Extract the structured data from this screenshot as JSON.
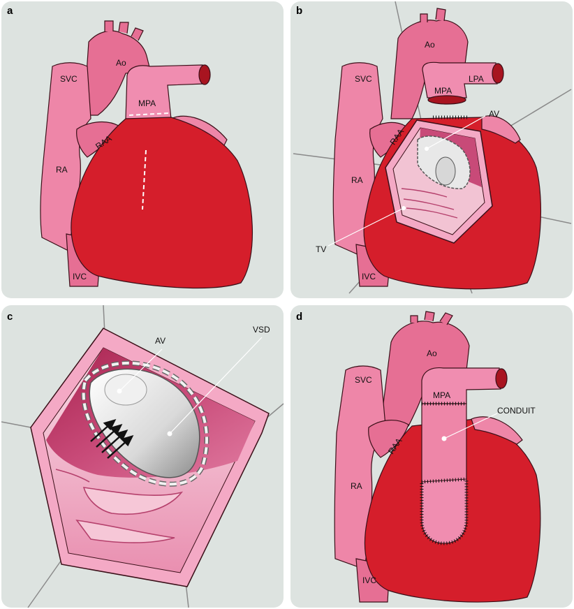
{
  "colors": {
    "panel_bg": "#dde3e0",
    "vessel_pink": "#e66f94",
    "vessel_light": "#f08db0",
    "vessel_dark": "#c8456e",
    "ventricle_red": "#d51e2b",
    "ventricle_dark": "#a81420",
    "wall_pink": "#f4a9c5",
    "interior": "#f2c3d3",
    "outline": "#3a0f18"
  },
  "panels": [
    {
      "letter": "a",
      "labels": {
        "ao": "Ao",
        "svc": "SVC",
        "mpa": "MPA",
        "raa": "RAA",
        "ra": "RA",
        "ivc": "IVC"
      }
    },
    {
      "letter": "b",
      "labels": {
        "ao": "Ao",
        "svc": "SVC",
        "lpa": "LPA",
        "mpa": "MPA",
        "av": "AV",
        "raa": "RAA",
        "ra": "RA",
        "tv": "TV",
        "ivc": "IVC"
      }
    },
    {
      "letter": "c",
      "labels": {
        "av": "AV",
        "vsd": "VSD"
      }
    },
    {
      "letter": "d",
      "labels": {
        "ao": "Ao",
        "svc": "SVC",
        "mpa": "MPA",
        "conduit": "CONDUIT",
        "raa": "RAA",
        "ra": "RA",
        "ivc": "IVC"
      }
    }
  ]
}
